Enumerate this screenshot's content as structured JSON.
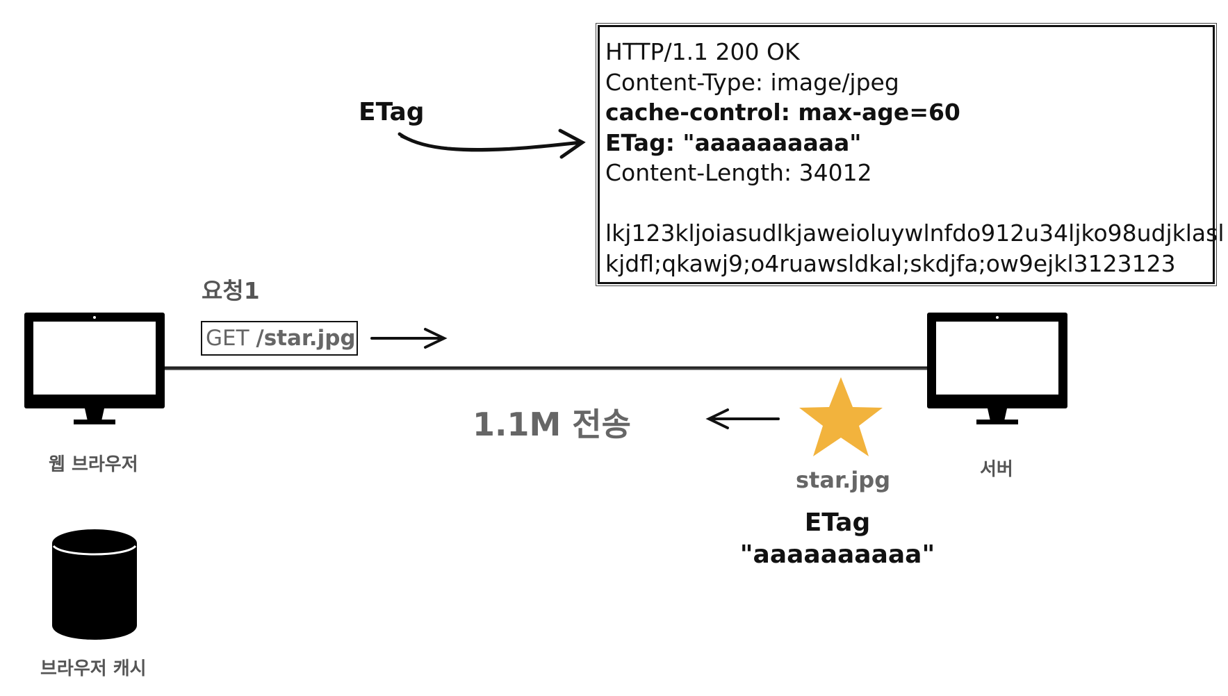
{
  "response": {
    "lines": [
      {
        "text": "HTTP/1.1 200 OK",
        "bold": false
      },
      {
        "text": "Content-Type: image/jpeg",
        "bold": false
      },
      {
        "text": "cache-control: max-age=60",
        "bold": true
      },
      {
        "text": "ETag: \"aaaaaaaaaa\"",
        "bold": true
      },
      {
        "text": "Content-Length: 34012",
        "bold": false
      },
      {
        "text": "",
        "bold": false
      },
      {
        "text": "lkj123kljoiasudlkjaweioluywlnfdo912u34ljko98udjklasl",
        "bold": false
      },
      {
        "text": "kjdfl;qkawj9;o4ruawsldkal;skdjfa;ow9ejkl3123123",
        "bold": false
      }
    ]
  },
  "labels": {
    "etag_arrow_label": "ETag",
    "request": "요청1",
    "get_method": "GET ",
    "get_path": "/star.jpg",
    "transfer": "1.1M 전송",
    "browser": "웹 브라우저",
    "server": "서버",
    "cache": "브라우저 캐시",
    "star_file": "star.jpg",
    "etag_title": "ETag",
    "etag_value": "\"aaaaaaaaaa\""
  },
  "colors": {
    "star": "#F2B33D",
    "line": "#222222"
  },
  "icons": {
    "browser": "monitor-icon",
    "server": "monitor-icon",
    "cache": "database-icon",
    "file": "star-icon"
  }
}
